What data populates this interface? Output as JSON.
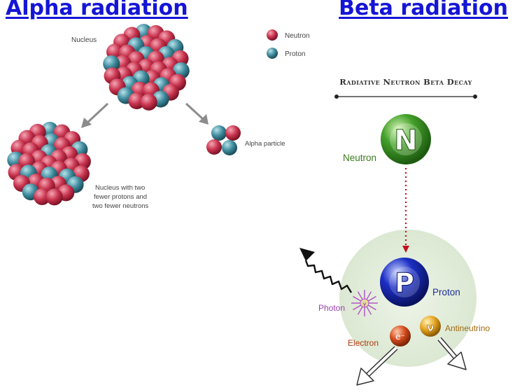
{
  "alpha": {
    "heading": "Alpha radiation",
    "nucleus_label": "Nucleus",
    "legend": {
      "neutron": "Neutron",
      "proton": "Proton"
    },
    "alpha_particle_label": "Alpha particle",
    "daughter_label": [
      "Nucleus with two",
      "fewer protons and",
      "two fewer neutrons"
    ]
  },
  "beta": {
    "heading": "Beta radiation",
    "title": "Radiative Neutron Beta Decay",
    "neutron_symbol": "N",
    "neutron_label": "Neutron",
    "proton_symbol": "P",
    "proton_label": "Proton",
    "photon_label": "Photon",
    "photon_symbol": "γ",
    "electron_label": "Electron",
    "electron_symbol": "e⁻",
    "antineutrino_label": "Antineutrino",
    "antineutrino_symbol": "ν"
  },
  "colors": {
    "heading": "#1515d6",
    "neutron": "#c8334e",
    "proton": "#3f8c9e",
    "neutron_ball": "#43a02a",
    "proton_ball": "#1c2fc4",
    "decay_halo": "#e4eedd",
    "electron": "#d24a1c",
    "antineutrino": "#e5a21e",
    "photon": "#b04fc9"
  }
}
